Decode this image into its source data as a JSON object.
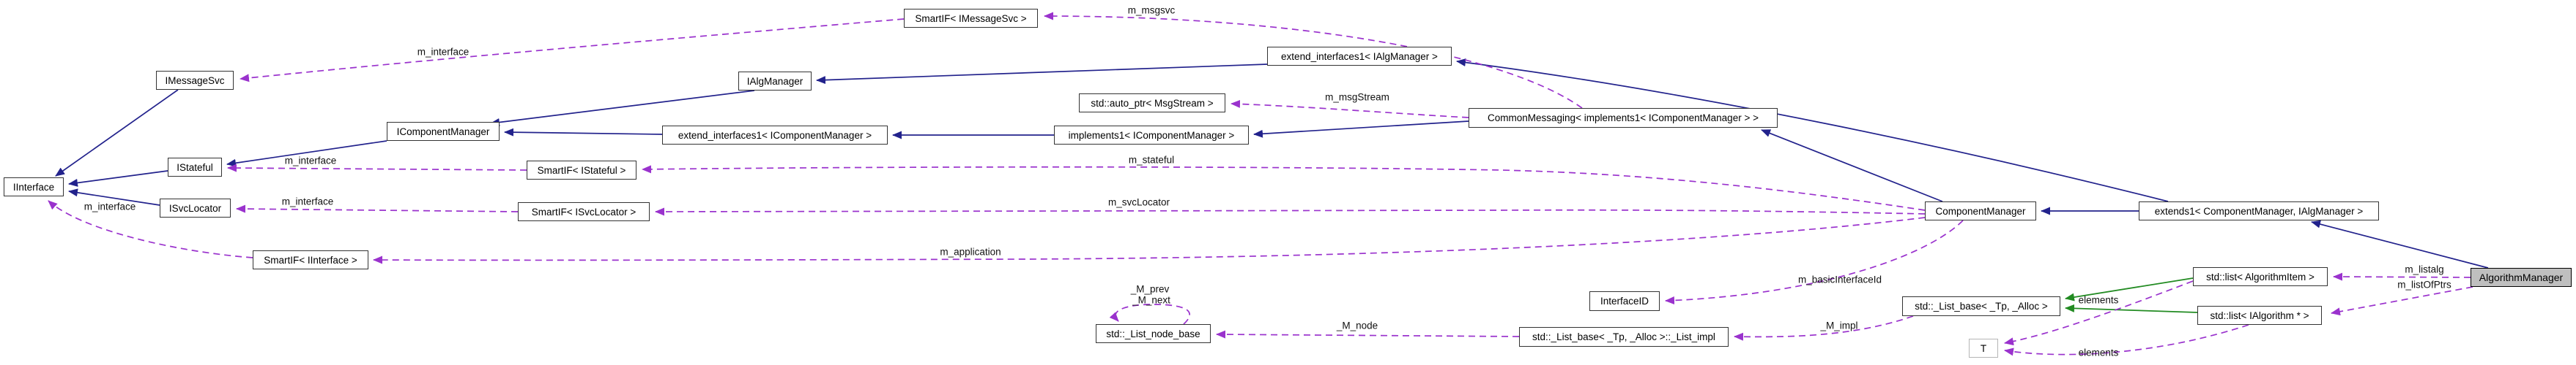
{
  "diagram": {
    "kind": "doxygen-collaboration-graph",
    "main_class": "AlgorithmManager"
  },
  "colors": {
    "inheritance_edge": "#22228c",
    "usage_edge": "#9a32cd",
    "template_inheritance_edge": "#228b22",
    "node_fill": "#ffffff",
    "main_node_fill": "#bfbfbf",
    "node_border": "#333333"
  },
  "nodes": {
    "iinterface": {
      "label": "IInterface"
    },
    "imessagesvc": {
      "label": "IMessageSvc"
    },
    "istateful": {
      "label": "IStateful"
    },
    "isvclocator": {
      "label": "ISvcLocator"
    },
    "smartif_iinterface": {
      "label": "SmartIF< IInterface >"
    },
    "smartif_istateful": {
      "label": "SmartIF< IStateful >"
    },
    "smartif_isvclocator": {
      "label": "SmartIF< ISvcLocator >"
    },
    "smartif_imessagesvc": {
      "label": "SmartIF< IMessageSvc >"
    },
    "icomponentmanager": {
      "label": "IComponentManager"
    },
    "extend_interfaces1_icm": {
      "label": "extend_interfaces1< IComponentManager >"
    },
    "ialgmanager": {
      "label": "IAlgManager"
    },
    "auto_ptr_msgstream": {
      "label": "std::auto_ptr< MsgStream >"
    },
    "implements1_icm": {
      "label": "implements1< IComponentManager >"
    },
    "extend_interfaces1_iam": {
      "label": "extend_interfaces1< IAlgManager >"
    },
    "commonmessaging": {
      "label": "CommonMessaging< implements1< IComponentManager > >"
    },
    "componentmanager": {
      "label": "ComponentManager"
    },
    "extends1": {
      "label": "extends1< ComponentManager, IAlgManager >"
    },
    "algorithmmanager": {
      "label": "AlgorithmManager"
    },
    "list_algorithmitem": {
      "label": "std::list< AlgorithmItem >"
    },
    "list_ialgorithm": {
      "label": "std::list< IAlgorithm * >"
    },
    "list_base": {
      "label": "std::_List_base< _Tp, _Alloc >"
    },
    "t_param": {
      "label": "T"
    },
    "interfaceid": {
      "label": "InterfaceID"
    },
    "list_impl": {
      "label": "std::_List_base< _Tp, _Alloc >::_List_impl"
    },
    "list_node_base": {
      "label": "std::_List_node_base"
    }
  },
  "edge_labels": {
    "m_interface_imessagesvc": "m_interface",
    "m_msgsvc": "m_msgsvc",
    "m_msgstream": "m_msgStream",
    "m_stateful": "m_stateful",
    "m_interface_istateful": "m_interface",
    "m_svclocator": "m_svcLocator",
    "m_interface_isvclocator": "m_interface",
    "m_application": "m_application",
    "m_interface_iinterface": "m_interface",
    "m_prev": "_M_prev",
    "m_next": "_M_next",
    "m_node": "_M_node",
    "m_basicinterfaceid": "m_basicInterfaceId",
    "m_impl": "_M_impl",
    "m_listalg": "m_listalg",
    "m_listofptrs": "m_listOfPtrs",
    "elements_algorithmitem": "elements",
    "elements_ialgorithm": "elements"
  },
  "edges": [
    {
      "from": "IMessageSvc",
      "to": "IInterface",
      "type": "inheritance"
    },
    {
      "from": "IStateful",
      "to": "IInterface",
      "type": "inheritance"
    },
    {
      "from": "ISvcLocator",
      "to": "IInterface",
      "type": "inheritance"
    },
    {
      "from": "IComponentManager",
      "to": "IStateful",
      "type": "inheritance"
    },
    {
      "from": "IAlgManager",
      "to": "IComponentManager",
      "type": "inheritance"
    },
    {
      "from": "extend_interfaces1< IComponentManager >",
      "to": "IComponentManager",
      "type": "inheritance"
    },
    {
      "from": "implements1< IComponentManager >",
      "to": "extend_interfaces1< IComponentManager >",
      "type": "inheritance"
    },
    {
      "from": "extend_interfaces1< IAlgManager >",
      "to": "IAlgManager",
      "type": "inheritance"
    },
    {
      "from": "CommonMessaging< implements1< IComponentManager > >",
      "to": "implements1< IComponentManager >",
      "type": "inheritance"
    },
    {
      "from": "ComponentManager",
      "to": "CommonMessaging< implements1< IComponentManager > >",
      "type": "inheritance"
    },
    {
      "from": "extends1< ComponentManager, IAlgManager >",
      "to": "ComponentManager",
      "type": "inheritance"
    },
    {
      "from": "extends1< ComponentManager, IAlgManager >",
      "to": "extend_interfaces1< IAlgManager >",
      "type": "inheritance"
    },
    {
      "from": "AlgorithmManager",
      "to": "extends1< ComponentManager, IAlgManager >",
      "type": "inheritance"
    },
    {
      "from": "std::list< AlgorithmItem >",
      "to": "std::_List_base< _Tp, _Alloc >",
      "type": "template-inheritance"
    },
    {
      "from": "std::list< IAlgorithm * >",
      "to": "std::_List_base< _Tp, _Alloc >",
      "type": "template-inheritance"
    },
    {
      "from": "SmartIF< IMessageSvc >",
      "to": "IMessageSvc",
      "label": "m_interface",
      "type": "usage"
    },
    {
      "from": "CommonMessaging< implements1< IComponentManager > >",
      "to": "SmartIF< IMessageSvc >",
      "label": "m_msgsvc",
      "type": "usage"
    },
    {
      "from": "CommonMessaging< implements1< IComponentManager > >",
      "to": "std::auto_ptr< MsgStream >",
      "label": "m_msgStream",
      "type": "usage"
    },
    {
      "from": "ComponentManager",
      "to": "SmartIF< IStateful >",
      "label": "m_stateful",
      "type": "usage"
    },
    {
      "from": "SmartIF< IStateful >",
      "to": "IStateful",
      "label": "m_interface",
      "type": "usage"
    },
    {
      "from": "ComponentManager",
      "to": "SmartIF< ISvcLocator >",
      "label": "m_svcLocator",
      "type": "usage"
    },
    {
      "from": "SmartIF< ISvcLocator >",
      "to": "ISvcLocator",
      "label": "m_interface",
      "type": "usage"
    },
    {
      "from": "ComponentManager",
      "to": "SmartIF< IInterface >",
      "label": "m_application",
      "type": "usage"
    },
    {
      "from": "SmartIF< IInterface >",
      "to": "IInterface",
      "label": "m_interface",
      "type": "usage"
    },
    {
      "from": "ComponentManager",
      "to": "InterfaceID",
      "label": "m_basicInterfaceId",
      "type": "usage"
    },
    {
      "from": "std::_List_node_base",
      "to": "std::_List_node_base",
      "label": "_M_prev _M_next",
      "type": "usage"
    },
    {
      "from": "std::_List_base< _Tp, _Alloc >::_List_impl",
      "to": "std::_List_node_base",
      "label": "_M_node",
      "type": "usage"
    },
    {
      "from": "std::_List_base< _Tp, _Alloc >",
      "to": "std::_List_base< _Tp, _Alloc >::_List_impl",
      "label": "_M_impl",
      "type": "usage"
    },
    {
      "from": "AlgorithmManager",
      "to": "std::list< AlgorithmItem >",
      "label": "m_listalg",
      "type": "usage"
    },
    {
      "from": "AlgorithmManager",
      "to": "std::list< IAlgorithm * >",
      "label": "m_listOfPtrs",
      "type": "usage"
    },
    {
      "from": "std::list< AlgorithmItem >",
      "to": "T",
      "label": "elements",
      "type": "usage"
    },
    {
      "from": "std::list< IAlgorithm * >",
      "to": "T",
      "label": "elements",
      "type": "usage"
    }
  ]
}
